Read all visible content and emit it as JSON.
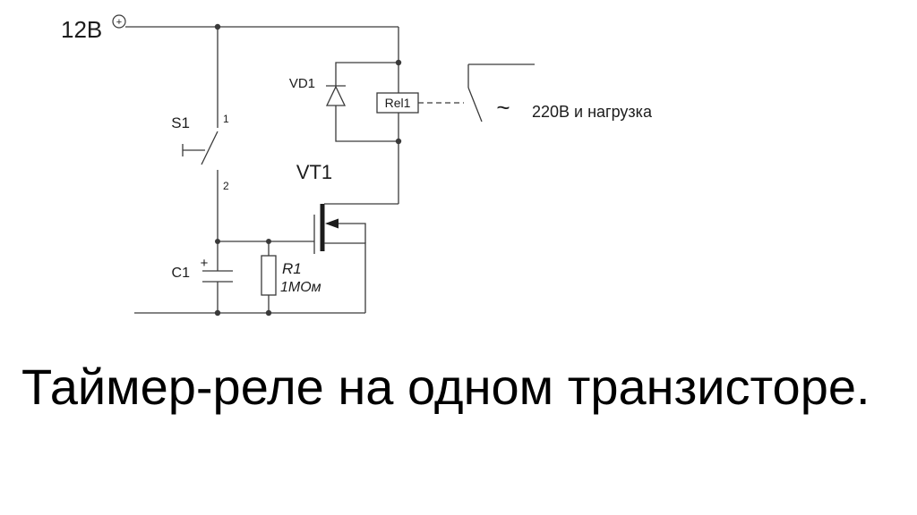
{
  "schematic": {
    "power": {
      "voltage": "12В",
      "polarity": "+"
    },
    "switch": {
      "ref": "S1",
      "pin_top": "1",
      "pin_bottom": "2"
    },
    "capacitor": {
      "ref": "C1",
      "polarity": "+"
    },
    "resistor": {
      "ref": "R1",
      "value": "1МОм"
    },
    "transistor": {
      "ref": "VT1"
    },
    "diode": {
      "ref": "VD1"
    },
    "relay": {
      "ref": "Rel1"
    },
    "load": {
      "ac_symbol": "~",
      "label": "220В и нагрузка"
    }
  },
  "caption": "Таймер-реле на одном транзисторе.",
  "colors": {
    "background": "#ffffff",
    "wire": "#3a3a3a",
    "text": "#1c1c1c",
    "caption_text": "#000000"
  }
}
